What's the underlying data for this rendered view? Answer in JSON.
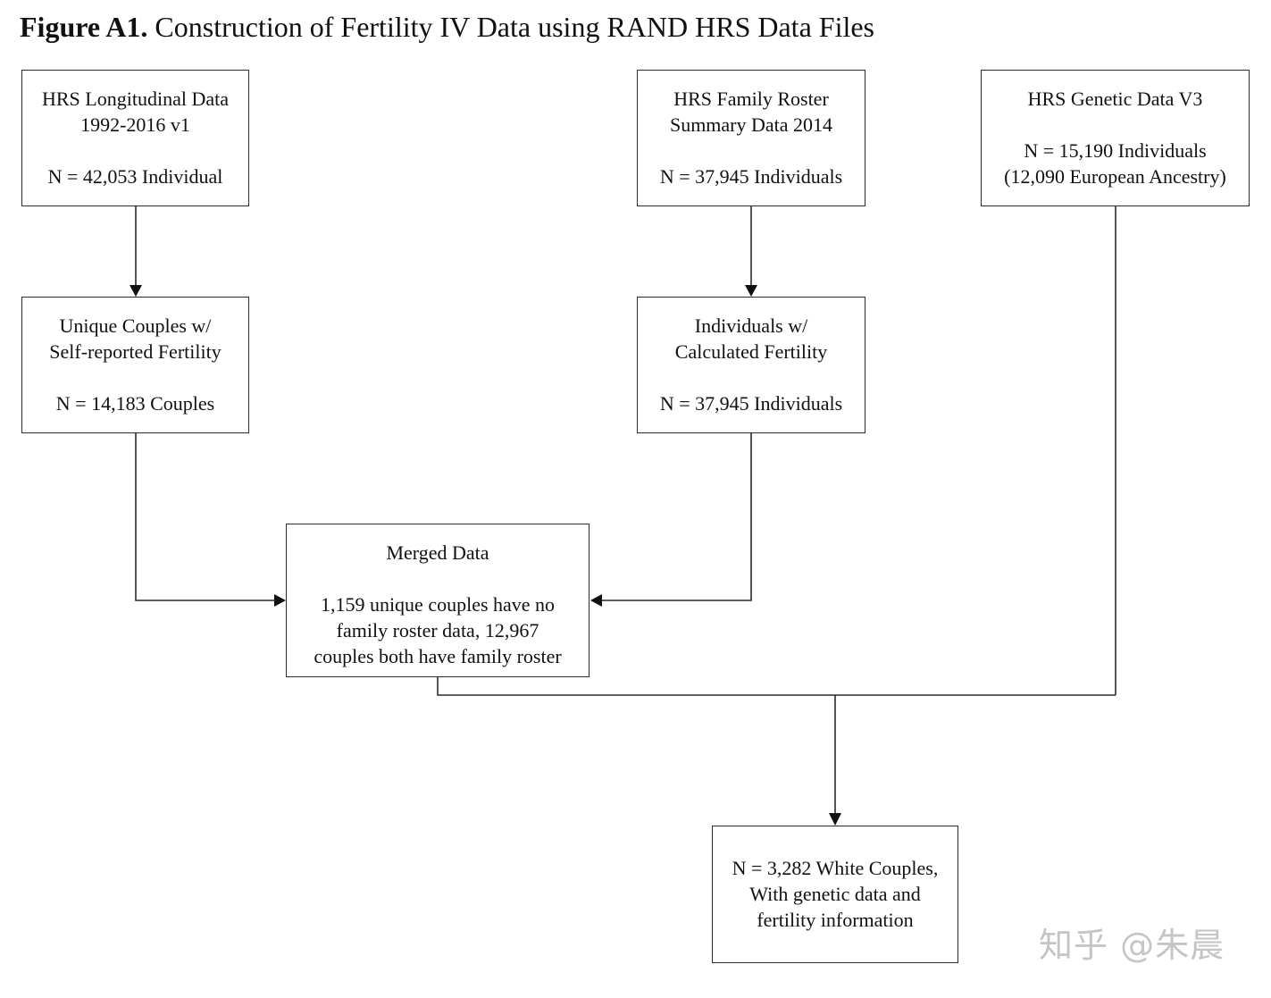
{
  "figure": {
    "label": "Figure A1.",
    "title": "Construction of Fertility IV Data using RAND HRS Data Files"
  },
  "boxes": {
    "longitudinal": {
      "line1": "HRS Longitudinal Data",
      "line2": "1992-2016 v1",
      "count": "N = 42,053 Individual"
    },
    "roster": {
      "line1": "HRS Family Roster",
      "line2": "Summary Data 2014",
      "count": "N = 37,945 Individuals"
    },
    "genetic": {
      "line1": "HRS Genetic Data V3",
      "count": "N = 15,190 Individuals",
      "detail": "(12,090 European Ancestry)"
    },
    "couples": {
      "line1": "Unique Couples w/",
      "line2": "Self-reported Fertility",
      "count": "N = 14,183 Couples"
    },
    "individuals": {
      "line1": "Individuals w/",
      "line2": "Calculated Fertility",
      "count": "N = 37,945 Individuals"
    },
    "merged": {
      "title": "Merged Data",
      "line1": "1,159 unique couples have no",
      "line2": "family roster data, 12,967",
      "line3": "couples both have family roster"
    },
    "final": {
      "line1": "N = 3,282 White Couples,",
      "line2": "With genetic data and",
      "line3": "fertility information"
    }
  },
  "watermark": "知乎 @朱晨",
  "colors": {
    "line": "#2b2b2b",
    "text": "#111111",
    "watermark": "#969696"
  }
}
